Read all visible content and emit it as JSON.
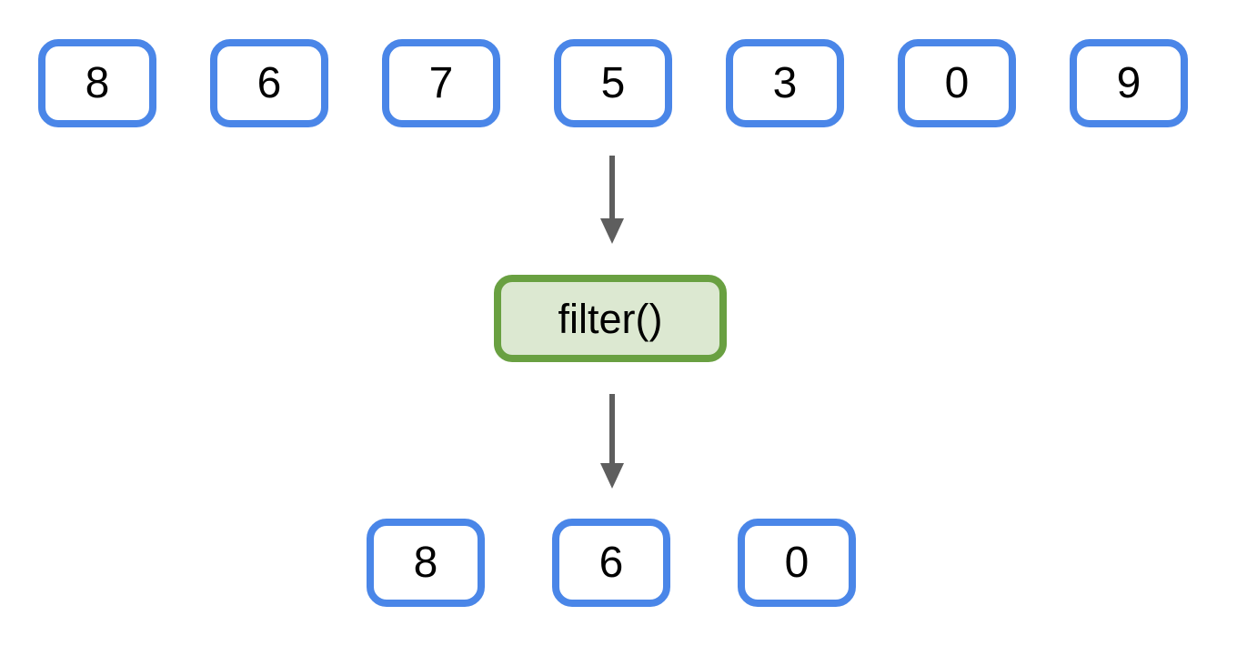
{
  "diagram": {
    "input_values": [
      "8",
      "6",
      "7",
      "5",
      "3",
      "0",
      "9"
    ],
    "function_label": "filter()",
    "output_values": [
      "8",
      "6",
      "0"
    ],
    "colors": {
      "background": "#FFFFFF",
      "box_border": "#4A86E8",
      "box_fill": "#FFFFFF",
      "function_border": "#69A041",
      "function_fill": "#DCE8D1",
      "arrow": "#5E5E5E",
      "text": "#000000"
    }
  }
}
